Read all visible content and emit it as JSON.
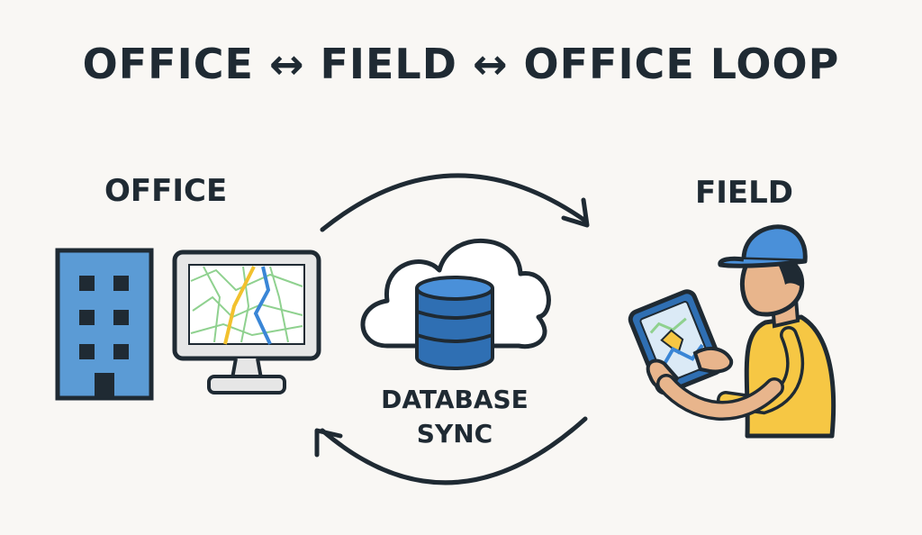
{
  "title": "OFFICE ↔ FIELD ↔ OFFICE LOOP",
  "labels": {
    "office": "OFFICE",
    "field": "FIELD",
    "sync_line1": "DATABASE",
    "sync_line2": "SYNC"
  },
  "colors": {
    "ink": "#1f2a33",
    "building": "#5b9bd5",
    "database": "#2f6fb3",
    "cap": "#4a90d9",
    "shirt": "#f6c744",
    "skin": "#e8b58c",
    "background": "#f9f7f4"
  },
  "icons": [
    "office-building-icon",
    "computer-monitor-map-icon",
    "cloud-database-icon",
    "field-worker-tablet-icon",
    "sync-arrow-icon"
  ]
}
